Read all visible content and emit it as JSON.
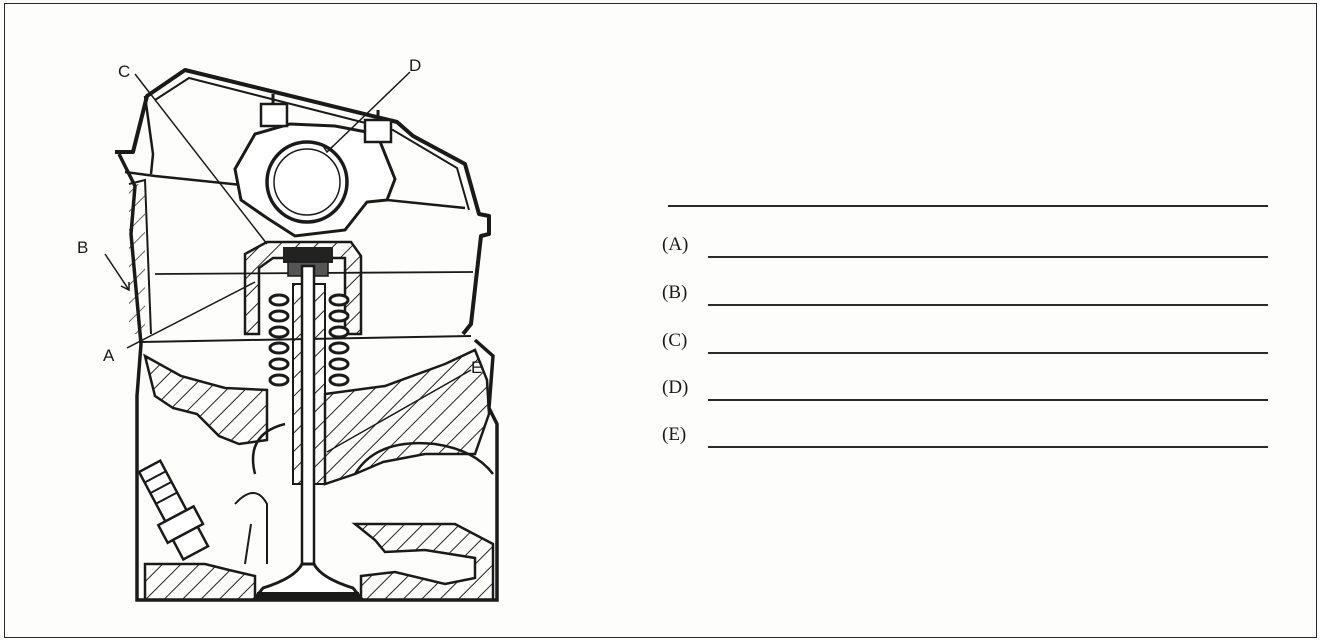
{
  "diagram": {
    "callouts": [
      "A",
      "B",
      "C",
      "D",
      "E"
    ]
  },
  "worksheet": {
    "rows": [
      {
        "label": "(A)"
      },
      {
        "label": "(B)"
      },
      {
        "label": "(C)"
      },
      {
        "label": "(D)"
      },
      {
        "label": "(E)"
      }
    ]
  }
}
